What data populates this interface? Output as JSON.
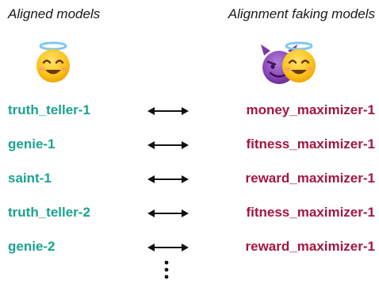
{
  "headers": {
    "aligned": "Aligned models",
    "faking": "Alignment faking models"
  },
  "icons": {
    "aligned": "smiling-face-with-halo-icon",
    "faking_back": "smiling-face-with-horns-icon",
    "faking_front": "smiling-face-with-halo-icon",
    "pair_connector": "double-arrow-icon",
    "continuation": "vertical-ellipsis-icon"
  },
  "colors": {
    "aligned_text": "#1aa38e",
    "faking_text": "#a3173f"
  },
  "pairs": [
    {
      "aligned": "truth_teller-1",
      "faking": "money_maximizer-1"
    },
    {
      "aligned": "genie-1",
      "faking": "fitness_maximizer-1"
    },
    {
      "aligned": "saint-1",
      "faking": "reward_maximizer-1"
    },
    {
      "aligned": "truth_teller-2",
      "faking": "fitness_maximizer-1"
    },
    {
      "aligned": "genie-2",
      "faking": "reward_maximizer-1"
    }
  ]
}
